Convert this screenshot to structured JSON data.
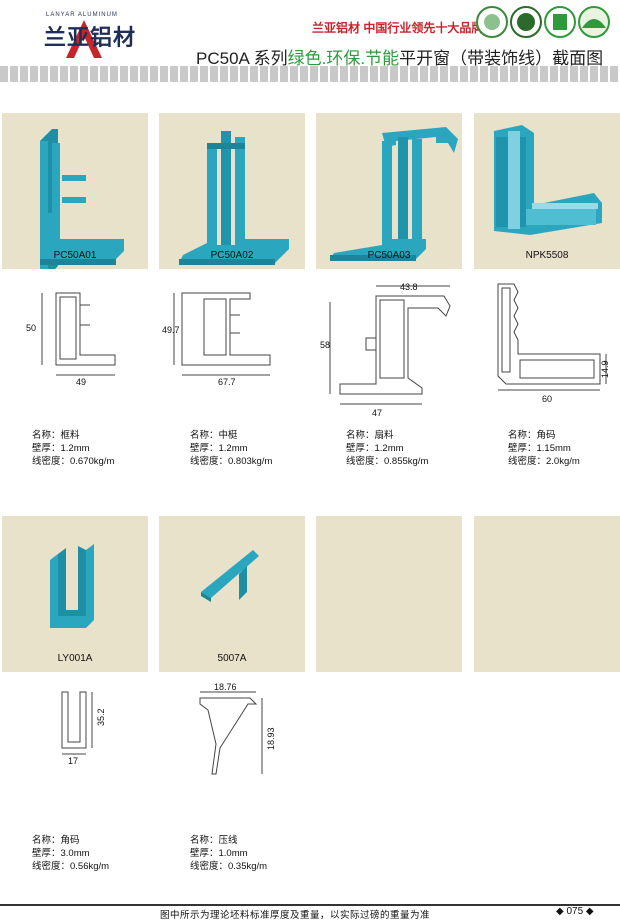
{
  "header": {
    "logo_text": "兰亚铝材",
    "logo_sub": "LANYAR ALUMINUM",
    "slogan": "兰亚铝材  中国行业领先十大品牌",
    "title_a": "PC50A 系列",
    "title_green": "绿色.环保.节能",
    "title_b": "平开窗（带装饰线）截面图"
  },
  "colors": {
    "profile": "#2aa7bf",
    "tile_bg": "#e8e2cb",
    "brand": "#c8242b",
    "green": "#2e9a3c"
  },
  "products": [
    {
      "code": "PC50A01",
      "dims": [
        "50",
        "49"
      ],
      "name": "名称：框料",
      "wall": "壁厚：1.2mm",
      "density": "线密度：0.670kg/m"
    },
    {
      "code": "PC50A02",
      "dims": [
        "49.7",
        "67.7"
      ],
      "name": "名称：中梃",
      "wall": "壁厚：1.2mm",
      "density": "线密度：0.803kg/m"
    },
    {
      "code": "PC50A03",
      "dims": [
        "43.8",
        "58",
        "47"
      ],
      "name": "名称：扇料",
      "wall": "壁厚：1.2mm",
      "density": "线密度：0.855kg/m"
    },
    {
      "code": "NPK5508",
      "dims": [
        "14.9",
        "60"
      ],
      "name": "名称：角码",
      "wall": "壁厚：1.15mm",
      "density": "线密度：2.0kg/m"
    },
    {
      "code": "LY001A",
      "dims": [
        "35.2",
        "17"
      ],
      "name": "名称：角码",
      "wall": "壁厚：3.0mm",
      "density": "线密度：0.56kg/m"
    },
    {
      "code": "5007A",
      "dims": [
        "18.76",
        "18.93"
      ],
      "name": "名称：压线",
      "wall": "壁厚：1.0mm",
      "density": "线密度：0.35kg/m"
    }
  ],
  "footer": {
    "note": "图中所示为理论坯料标准厚度及重量，以实际过磅的重量为准",
    "page": "◆ 075 ◆"
  }
}
